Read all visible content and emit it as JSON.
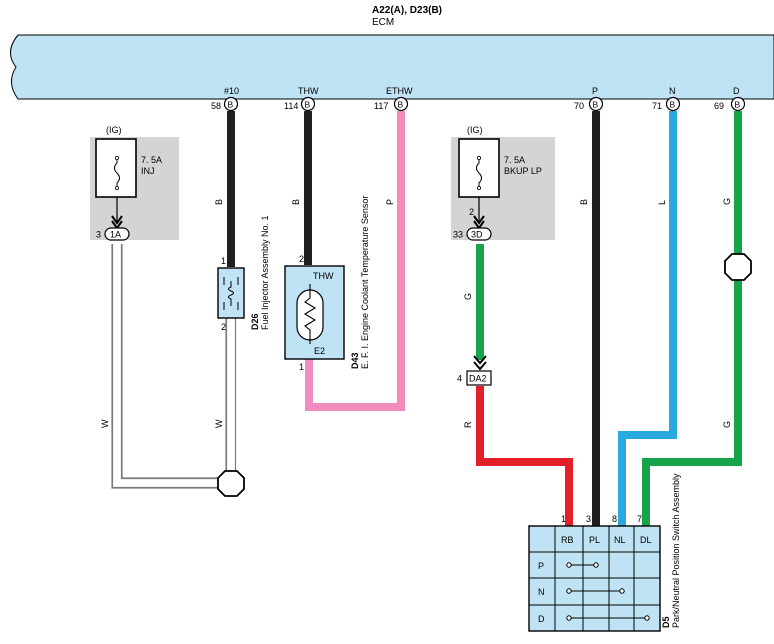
{
  "ecm": {
    "connectors": "A22(A), D23(B)",
    "name": "ECM",
    "fill": "#bfe3f5"
  },
  "pins": [
    {
      "signal": "#10",
      "pin": "58",
      "conn": "B"
    },
    {
      "signal": "THW",
      "pin": "114",
      "conn": "B"
    },
    {
      "signal": "ETHW",
      "pin": "117",
      "conn": "B"
    },
    {
      "signal": "P",
      "pin": "70",
      "conn": "B"
    },
    {
      "signal": "N",
      "pin": "71",
      "conn": "B"
    },
    {
      "signal": "D",
      "pin": "69",
      "conn": "B"
    }
  ],
  "fuse_inj": {
    "supply": "(IG)",
    "rating": "7. 5A",
    "name": "INJ",
    "conn_pin": "3",
    "conn": "1A"
  },
  "fuse_bkup": {
    "supply": "(IG)",
    "rating": "7. 5A",
    "name": "BKUP LP",
    "top_pin": "2",
    "conn_pin": "33",
    "conn": "3D"
  },
  "injector": {
    "code": "D26",
    "name": "Fuel Injector Assembly No. 1",
    "pin_top": "1",
    "pin_bottom": "2"
  },
  "sensor": {
    "code": "D43",
    "name": "E. F. I. Engine Coolant Temperature Sensor",
    "term_top": "THW",
    "term_bottom": "E2",
    "pin_top": "2",
    "pin_bottom": "1"
  },
  "junction": {
    "pin": "4",
    "name": "DA2"
  },
  "switch": {
    "code": "D5",
    "name": "Park/Neutral Position Switch Assembly",
    "pins": [
      "1",
      "3",
      "8",
      "7"
    ],
    "columns": [
      "RB",
      "PL",
      "NL",
      "DL"
    ],
    "rows": [
      "P",
      "N",
      "D"
    ],
    "fill": "#bfe3f5"
  },
  "wire_labels": {
    "inj_out": "B",
    "thw": "B",
    "ethw": "P",
    "p": "B",
    "n": "L",
    "d_upper": "G",
    "d_lower": "G",
    "bkup_out": "G",
    "da2_out": "R",
    "inj_supply": "W",
    "inj_return": "W"
  },
  "wire_colors": {
    "black": "#231f20",
    "pink": "#f08cbe",
    "blue": "#29a9e0",
    "green": "#16a34a",
    "red": "#e3202a",
    "white_outline": "#7a7a7a"
  }
}
